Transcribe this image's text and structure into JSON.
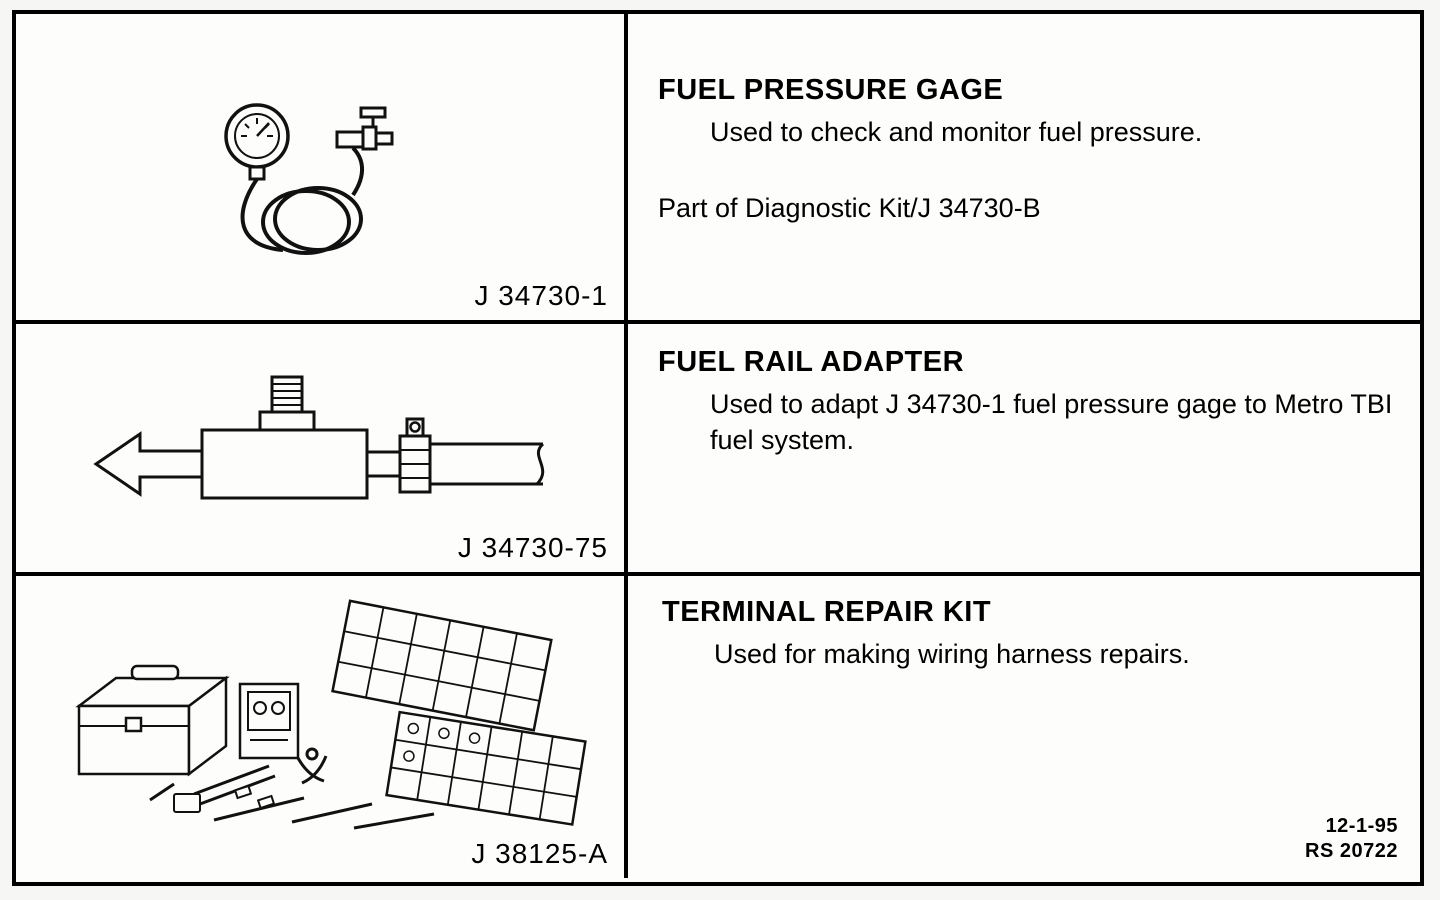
{
  "rows": [
    {
      "tool_id": "J 34730-1",
      "title": "FUEL PRESSURE GAGE",
      "description": "Used to check and monitor fuel pressure.",
      "note": "Part of Diagnostic Kit/J 34730-B",
      "illustration": "fuel-pressure-gage"
    },
    {
      "tool_id": "J 34730-75",
      "title": "FUEL RAIL ADAPTER",
      "description": "Used to adapt J 34730-1 fuel pressure gage to Metro TBI fuel system.",
      "note": "",
      "illustration": "fuel-rail-adapter"
    },
    {
      "tool_id": "J 38125-A",
      "title": "TERMINAL REPAIR KIT",
      "description": "Used for making wiring harness repairs.",
      "note": "",
      "illustration": "terminal-repair-kit"
    }
  ],
  "footer": {
    "date": "12-1-95",
    "ref": "RS 20722"
  }
}
